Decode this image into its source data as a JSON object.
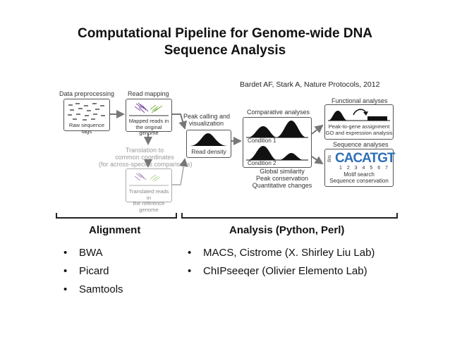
{
  "slide": {
    "title_line1": "Computational Pipeline for Genome-wide DNA",
    "title_line2": "Sequence Analysis",
    "citation": "Bardet AF, Stark A, Nature Protocols, 2012"
  },
  "figure": {
    "data_preprocessing": "Data preprocessing",
    "read_mapping": "Read mapping",
    "raw_sequence_tags": "Raw sequence tags",
    "mapped_reads_line1": "Mapped reads in",
    "mapped_reads_line2": "the original genome",
    "translation_line1": "Translation to",
    "translation_line2": "common coordinates",
    "translation_line3": "(for across-species comparisons)",
    "translated_line1": "Translated reads in",
    "translated_line2": "the reference genome",
    "peak_calling_line1": "Peak calling and",
    "peak_calling_line2": "visualization",
    "read_density": "Read density",
    "comparative_analyses": "Comparative analyses",
    "condition1": "Condition 1",
    "condition2": "Condition 2",
    "global_similarity": "Global similarity",
    "peak_conservation": "Peak conservation",
    "quantitative_changes": "Quantitative changes",
    "functional_analyses": "Functional analyses",
    "peak_to_gene_line1": "Peak-to-gene assignment",
    "peak_to_gene_line2": "GO and expression analysis",
    "sequence_analyses": "Sequence analyses",
    "bits": "Bits",
    "motif_letters": "CACATGT",
    "motif_positions": "1 2 3 4 5 6 7",
    "motif_search": "Motif search",
    "sequence_conservation": "Sequence conservation"
  },
  "sections": {
    "alignment": {
      "heading": "Alignment",
      "items": [
        "BWA",
        "Picard",
        "Samtools"
      ]
    },
    "analysis": {
      "heading": "Analysis (Python, Perl)",
      "items": [
        "MACS, Cistrome (X. Shirley Liu Lab)",
        "ChIPseeqer (Olivier Elemento Lab)"
      ]
    },
    "bullet": "•"
  },
  "colors": {
    "text": "#111111",
    "box_border": "#555555",
    "arrow": "#777777",
    "reads_purple": "#7b4fa0",
    "reads_green": "#7ab648",
    "peak_black": "#111111",
    "motif_blue": "#2f6fb6",
    "motif_orange": "#e08a2a",
    "motif_green": "#3a9a3a",
    "motif_red": "#cc3333"
  }
}
